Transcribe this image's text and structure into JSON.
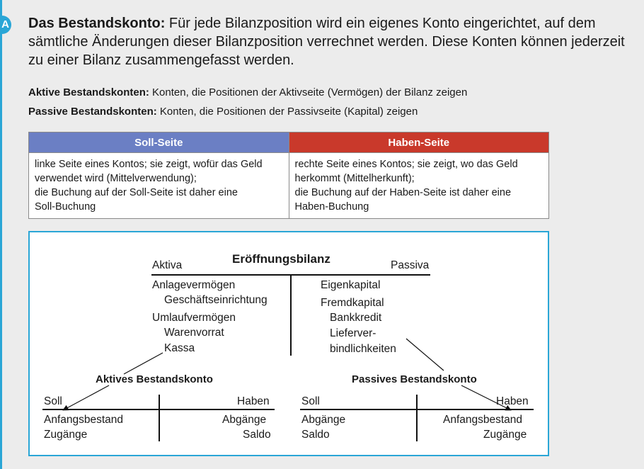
{
  "intro": {
    "term": "Das Bestandskonto:",
    "text": " Für jede Bilanzposition wird ein eigenes Konto eingerichtet, auf dem sämtliche Änderungen dieser Bilanzposition verrechnet werden. Diese Konten können jederzeit zu einer Bilanz zusammengefasst werden."
  },
  "definitions": [
    {
      "term": "Aktive Bestandskonten:",
      "text": " Konten, die Positionen der Aktivseite (Vermögen) der Bilanz zeigen"
    },
    {
      "term": "Passive Bestandskonten:",
      "text": " Konten, die Positionen der Passivseite (Kapital) zeigen"
    }
  ],
  "table": {
    "headers": [
      "Soll-Seite",
      "Haben-Seite"
    ],
    "cells": [
      [
        "linke Seite eines Kontos; sie zeigt, wofür das Geld",
        "verwendet wird (Mittelverwendung);",
        "die Buchung auf der Soll-Seite ist daher eine",
        "Soll-Buchung"
      ],
      [
        "rechte Seite eines Kontos; sie zeigt, wo das Geld",
        "herkommt (Mittelherkunft);",
        "die Buchung auf der Haben-Seite ist daher eine",
        "Haben-Buchung"
      ]
    ],
    "colors": {
      "soll": "#6b7fc4",
      "haben": "#c9392b"
    }
  },
  "diagram": {
    "title": "Eröffnungsbilanz",
    "aktiva": "Aktiva",
    "passiva": "Passiva",
    "left_items": [
      "Anlagevermögen",
      "Geschäftseinrichtung",
      "Umlaufvermögen",
      "Warenvorrat",
      "Kassa"
    ],
    "right_items": [
      "Eigenkapital",
      "Fremdkapital",
      "Bankkredit",
      "Liefer­ver-",
      "bindlichkeiten"
    ],
    "aktives_konto": {
      "title": "Aktives Bestandskonto",
      "soll": "Soll",
      "haben": "Haben",
      "left": [
        "Anfangsbestand",
        "Zugänge"
      ],
      "right": [
        "Abgänge",
        "Saldo"
      ]
    },
    "passives_konto": {
      "title": "Passives Bestandskonto",
      "soll": "Soll",
      "haben": "Haben",
      "left": [
        "Abgänge",
        "Saldo"
      ],
      "right": [
        "Anfangsbestand",
        "Zugänge"
      ]
    },
    "border_color": "#2aa6d6"
  }
}
